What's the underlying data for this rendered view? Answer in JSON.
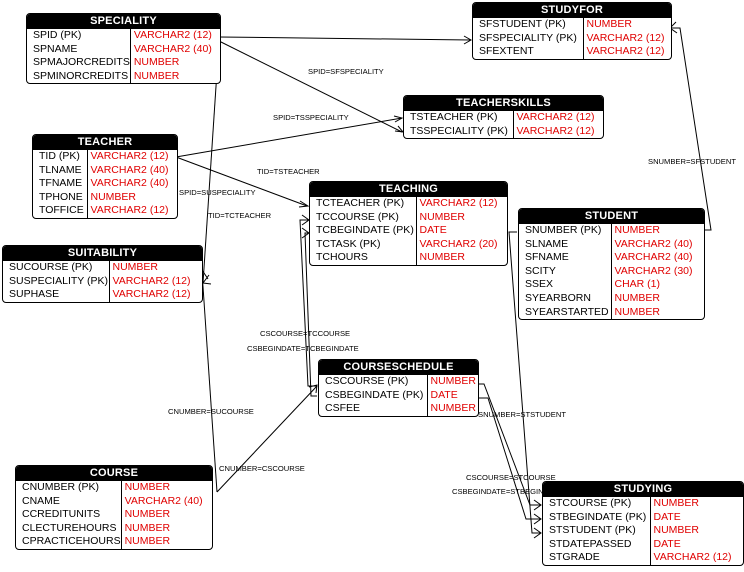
{
  "tables": {
    "speciality": {
      "title": "SPECIALITY",
      "rows": [
        [
          "SPID (PK)",
          "VARCHAR2 (12)"
        ],
        [
          "SPNAME",
          "VARCHAR2 (40)"
        ],
        [
          "SPMAJORCREDITS",
          "NUMBER"
        ],
        [
          "SPMINORCREDITS",
          "NUMBER"
        ]
      ]
    },
    "studyfor": {
      "title": "STUDYFOR",
      "rows": [
        [
          "SFSTUDENT (PK)",
          "NUMBER"
        ],
        [
          "SFSPECIALITY (PK)",
          "VARCHAR2 (12)"
        ],
        [
          "SFEXTENT",
          "VARCHAR2 (12)"
        ]
      ]
    },
    "teacherskills": {
      "title": "TEACHERSKILLS",
      "rows": [
        [
          "TSTEACHER (PK)",
          "VARCHAR2 (12)"
        ],
        [
          "TSSPECIALITY (PK)",
          "VARCHAR2 (12)"
        ]
      ]
    },
    "teacher": {
      "title": "TEACHER",
      "rows": [
        [
          "TID (PK)",
          "VARCHAR2 (12)"
        ],
        [
          "TLNAME",
          "VARCHAR2 (40)"
        ],
        [
          "TFNAME",
          "VARCHAR2 (40)"
        ],
        [
          "TPHONE",
          "NUMBER"
        ],
        [
          "TOFFICE",
          "VARCHAR2 (12)"
        ]
      ]
    },
    "teaching": {
      "title": "TEACHING",
      "rows": [
        [
          "TCTEACHER (PK)",
          "VARCHAR2 (12)"
        ],
        [
          "TCCOURSE (PK)",
          "NUMBER"
        ],
        [
          "TCBEGINDATE (PK)",
          "DATE"
        ],
        [
          "TCTASK (PK)",
          "VARCHAR2 (20)"
        ],
        [
          "TCHOURS",
          "NUMBER"
        ]
      ]
    },
    "student": {
      "title": "STUDENT",
      "rows": [
        [
          "SNUMBER (PK)",
          "NUMBER"
        ],
        [
          "SLNAME",
          "VARCHAR2 (40)"
        ],
        [
          "SFNAME",
          "VARCHAR2 (40)"
        ],
        [
          "SCITY",
          "VARCHAR2 (30)"
        ],
        [
          "SSEX",
          "CHAR (1)"
        ],
        [
          "SYEARBORN",
          "NUMBER"
        ],
        [
          "SYEARSTARTED",
          "NUMBER"
        ]
      ]
    },
    "suitability": {
      "title": "SUITABILITY",
      "rows": [
        [
          "SUCOURSE (PK)",
          "NUMBER"
        ],
        [
          "SUSPECIALITY (PK)",
          "VARCHAR2 (12)"
        ],
        [
          "SUPHASE",
          "VARCHAR2 (12)"
        ]
      ]
    },
    "courseschedule": {
      "title": "COURSESCHEDULE",
      "rows": [
        [
          "CSCOURSE (PK)",
          "NUMBER"
        ],
        [
          "CSBEGINDATE (PK)",
          "DATE"
        ],
        [
          "CSFEE",
          "NUMBER"
        ]
      ]
    },
    "course": {
      "title": "COURSE",
      "rows": [
        [
          "CNUMBER (PK)",
          "NUMBER"
        ],
        [
          "CNAME",
          "VARCHAR2 (40)"
        ],
        [
          "CCREDITUNITS",
          "NUMBER"
        ],
        [
          "CLECTUREHOURS",
          "NUMBER"
        ],
        [
          "CPRACTICEHOURS",
          "NUMBER"
        ]
      ]
    },
    "studying": {
      "title": "STUDYING",
      "rows": [
        [
          "STCOURSE (PK)",
          "NUMBER"
        ],
        [
          "STBEGINDATE (PK)",
          "DATE"
        ],
        [
          "STSTUDENT (PK)",
          "NUMBER"
        ],
        [
          "STDATEPASSED",
          "DATE"
        ],
        [
          "STGRADE",
          "VARCHAR2 (12)"
        ]
      ]
    }
  },
  "relationships": [
    "SPID=SFSPECIALITY",
    "SPID=TSSPECIALITY",
    "TID=TSTEACHER",
    "SPID=SUSPECIALITY",
    "TID=TCTEACHER",
    "SNUMBER=SFSTUDENT",
    "CSCOURSE=TCCOURSE",
    "CSBEGINDATE=TCBEGINDATE",
    "CNUMBER=SUCOURSE",
    "SNUMBER=STSTUDENT",
    "CNUMBER=CSCOURSE",
    "CSCOURSE=STCOURSE",
    "CSBEGINDATE=STBEGINDATE"
  ]
}
